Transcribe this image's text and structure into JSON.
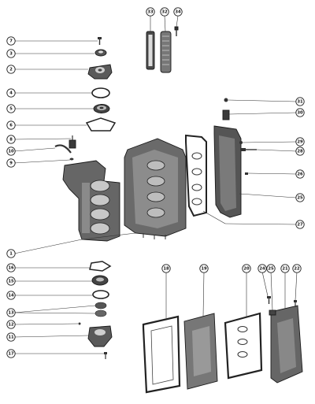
{
  "callouts": [
    {
      "label": "1"
    },
    {
      "label": "2"
    },
    {
      "label": "3"
    },
    {
      "label": "4"
    },
    {
      "label": "5"
    },
    {
      "label": "6"
    },
    {
      "label": "7"
    },
    {
      "label": "8"
    },
    {
      "label": "9"
    },
    {
      "label": "10"
    },
    {
      "label": "11"
    },
    {
      "label": "12"
    },
    {
      "label": "13"
    },
    {
      "label": "14"
    },
    {
      "label": "15"
    },
    {
      "label": "16"
    },
    {
      "label": "17"
    },
    {
      "label": "18"
    },
    {
      "label": "19"
    },
    {
      "label": "20"
    },
    {
      "label": "21"
    },
    {
      "label": "22"
    },
    {
      "label": "24"
    },
    {
      "label": "25"
    },
    {
      "label": "26"
    },
    {
      "label": "27"
    },
    {
      "label": "28"
    },
    {
      "label": "29"
    },
    {
      "label": "30"
    },
    {
      "label": "31"
    },
    {
      "label": "32"
    },
    {
      "label": "33"
    },
    {
      "label": "34"
    }
  ]
}
